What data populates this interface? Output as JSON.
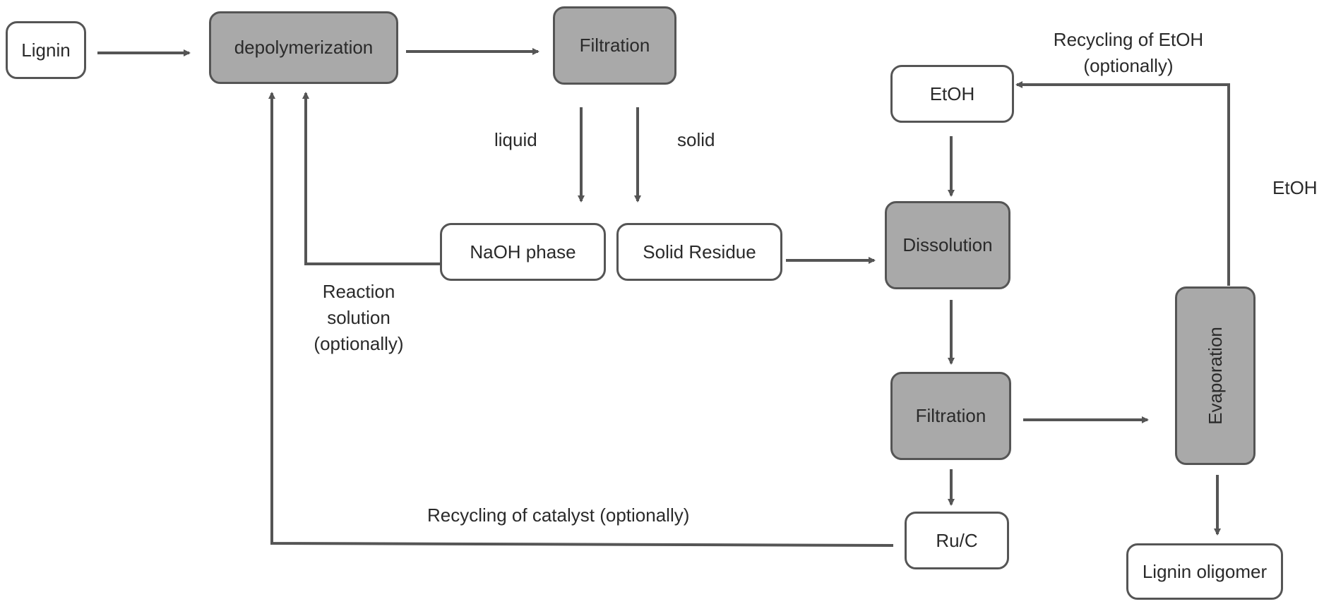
{
  "nodes": {
    "lignin": "Lignin",
    "depolymerization": "depolymerization",
    "filtration_1": "Filtration",
    "naoh_phase": "NaOH phase",
    "solid_residue": "Solid Residue",
    "etoh": "EtOH",
    "dissolution": "Dissolution",
    "filtration_2": "Filtration",
    "ru_c": "Ru/C",
    "evaporation": "Evaporation",
    "lignin_oligomer": "Lignin oligomer"
  },
  "labels": {
    "liquid": "liquid",
    "solid": "solid",
    "reaction_solution_line1": "Reaction",
    "reaction_solution_line2": "solution",
    "reaction_solution_line3": "(optionally)",
    "recycling_catalyst": "Recycling of catalyst (optionally)",
    "recycling_etoh_line1": "Recycling of EtOH",
    "recycling_etoh_line2": "(optionally)",
    "etoh_side": "EtOH"
  },
  "colors": {
    "process_fill": "#a9a9a9",
    "material_fill": "#ffffff",
    "line": "#555555"
  }
}
